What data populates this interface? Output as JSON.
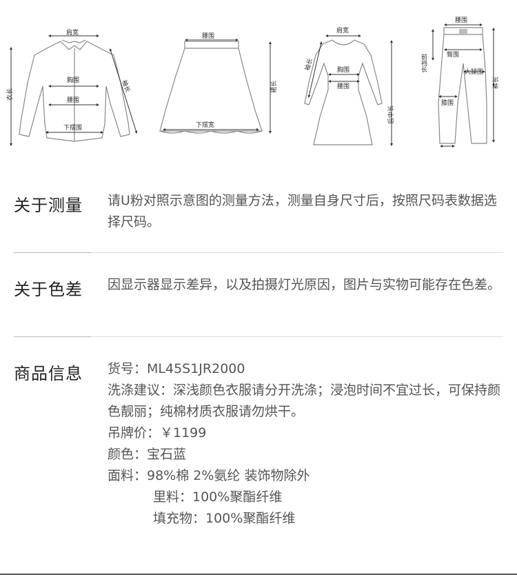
{
  "diagram_labels": {
    "shirt": {
      "shoulder": "肩宽",
      "length": "衣长",
      "sleeve": "袖长",
      "chest": "胸围",
      "waist": "腰围",
      "hem": "下摆围"
    },
    "skirt": {
      "waist": "腰围",
      "length": "裙长",
      "hem": "下摆宽"
    },
    "dress": {
      "shoulder": "肩宽",
      "sleeve": "袖长",
      "chest": "胸围",
      "waist": "腰围",
      "back_length": "后中长"
    },
    "pants": {
      "waist": "腰围",
      "front_rise": "前裆长",
      "hip": "臀围",
      "thigh": "大腿围",
      "length": "裤长",
      "knee": "膝围"
    }
  },
  "sections": {
    "measure": {
      "title": "关于测量",
      "text": "请U粉对照示意图的测量方法，测量自身尺寸后，按照尺码表数据选择尺码。"
    },
    "color": {
      "title": "关于色差",
      "text": "因显示器显示差异，以及拍摄灯光原因，图片与实物可能存在色差。"
    },
    "info": {
      "title": "商品信息",
      "sku": "货号：ML45S1JR2000",
      "wash": "洗涤建议：深浅颜色衣服请分开洗涤；浸泡时间不宜过长，可保持颜色靓丽；纯棉材质衣服请勿烘干。",
      "price": "吊牌价：￥1199",
      "color": "颜色：宝石蓝",
      "fabric": "面料：98%棉 2%氨纶 装饰物除外",
      "lining": "里料：100%聚酯纤维",
      "filling": "填充物：100%聚酯纤维"
    }
  }
}
